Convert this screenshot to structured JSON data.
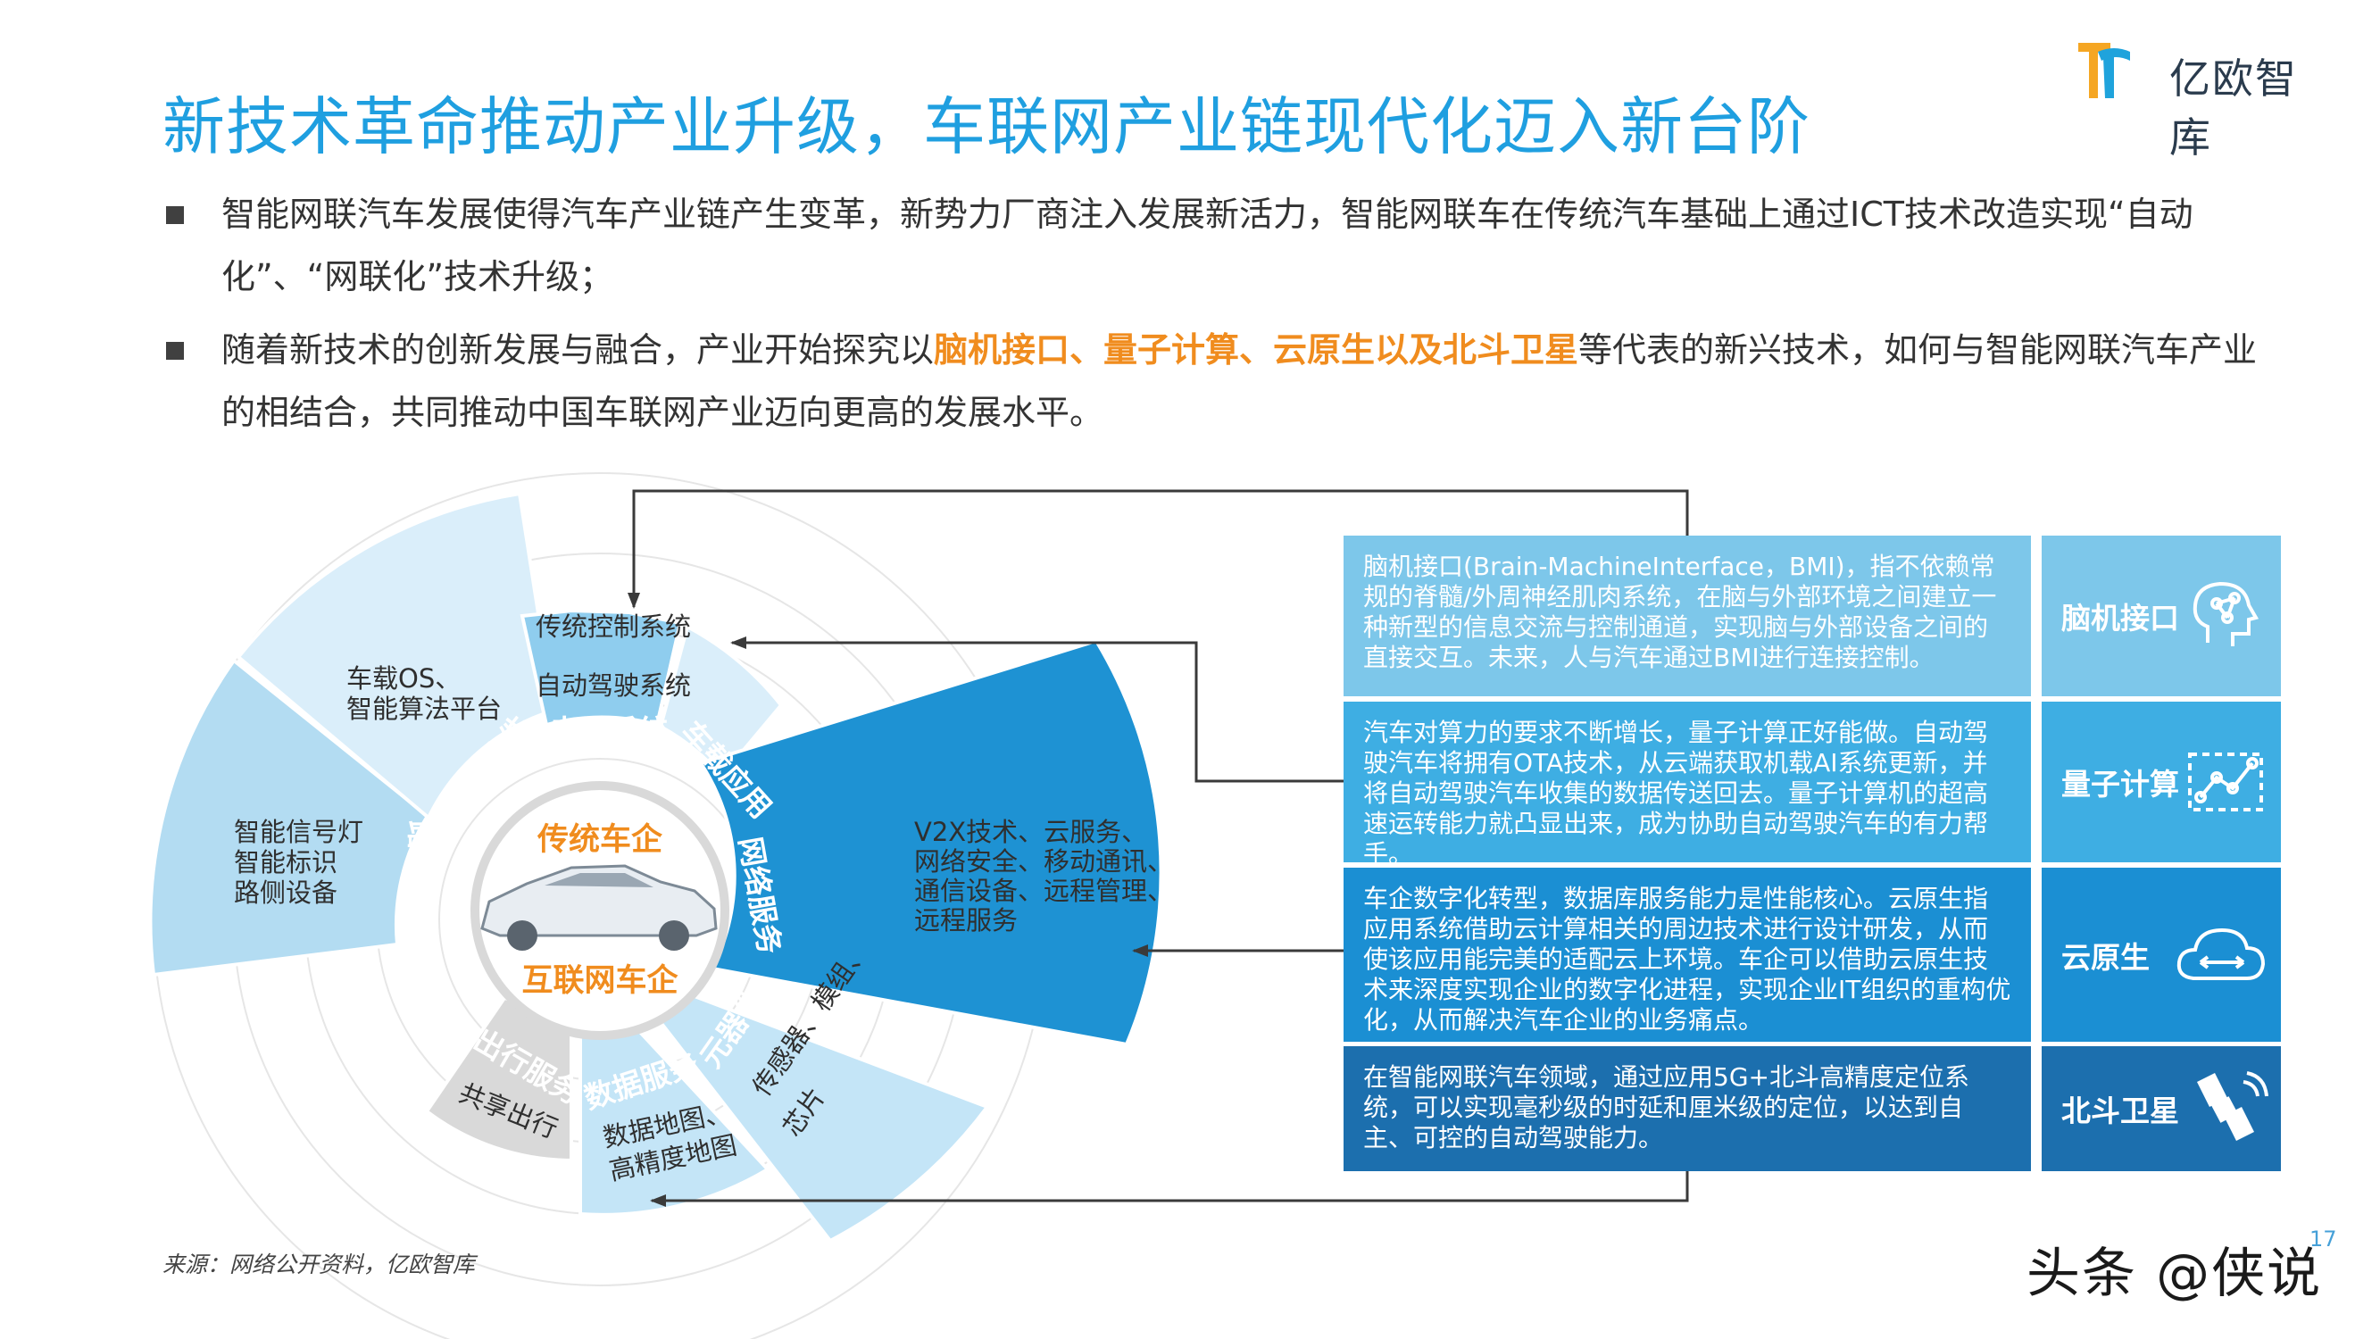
{
  "title": "新技术革命推动产业升级，车联网产业链现代化迈入新台阶",
  "logo": {
    "text": "亿欧智库"
  },
  "bullets": [
    {
      "text_before": "智能网联汽车发展使得汽车产业链产生变革，新势力厂商注入发展新活力，智能网联车在传统汽车基础上通过ICT技术改造实现“自动化”、“网联化”技术升级；",
      "highlight": "",
      "text_after": ""
    },
    {
      "text_before": "随着新技术的创新发展与融合，产业开始探究以",
      "highlight": "脑机接口、量子计算、云原生以及北斗卫星",
      "text_after": "等代表的新兴技术，如何与智能网联汽车产业的相结合，共同推动中国车联网产业迈向更高的发展水平。"
    }
  ],
  "diagram": {
    "core": {
      "top": "传统车企",
      "bottom": "互联网车企"
    },
    "segments": {
      "roadside": {
        "label": "路侧终端",
        "items": [
          "智能信号灯",
          "智能标识",
          "路侧设备"
        ]
      },
      "in_vehicle_software": {
        "label": "车内软件",
        "items": [
          "车载OS、",
          "智能算法平台"
        ]
      },
      "electronic_system": {
        "label": "电子系统",
        "items": [
          "传统控制系统",
          "自动驾驶系统"
        ]
      },
      "vehicle_application": {
        "label": "车载应用"
      },
      "network_service": {
        "label": "网络服务",
        "items": [
          "V2X技术、云服务、",
          "网络安全、移动通讯、",
          "通信设备、远程管理、",
          "远程服务"
        ]
      },
      "components": {
        "label": "元器件",
        "items": [
          "传感器、模组、",
          "芯片"
        ]
      },
      "data_service": {
        "label": "数据服务",
        "items": [
          "数据地图、",
          "高精度地图"
        ]
      },
      "mobility_service": {
        "label": "出行服务",
        "items": [
          "共享出行"
        ]
      }
    }
  },
  "tech_panels": [
    {
      "tag": "脑机接口",
      "icon": "brain-chip-icon",
      "text": "脑机接口(Brain-MachineInterface，BMI)，指不依赖常规的脊髓/外周神经肌肉系统，在脑与外部环境之间建立一种新型的信息交流与控制通道，实现脑与外部设备之间的直接交互。未来，人与汽车通过BMI进行连接控制。"
    },
    {
      "tag": "量子计算",
      "icon": "quantum-chart-icon",
      "text": "汽车对算力的要求不断增长，量子计算正好能做。自动驾驶汽车将拥有OTA技术，从云端获取机载AI系统更新，并将自动驾驶汽车收集的数据传送回去。量子计算机的超高速运转能力就凸显出来，成为协助自动驾驶汽车的有力帮手。"
    },
    {
      "tag": "云原生",
      "icon": "cloud-icon",
      "text": "车企数字化转型，数据库服务能力是性能核心。云原生指应用系统借助云计算相关的周边技术进行设计研发，从而使该应用能完美的适配云上环境。车企可以借助云原生技术来深度实现企业的数字化进程，实现企业IT组织的重构优化，从而解决汽车企业的业务痛点。"
    },
    {
      "tag": "北斗卫星",
      "icon": "satellite-icon",
      "text": "在智能网联汽车领域，通过应用5G+北斗高精度定位系统，可以实现毫秒级的时延和厘米级的定位，以达到自主、可控的自动驾驶能力。"
    }
  ],
  "colors": {
    "title": "#1f9fe0",
    "highlight": "#f08c1e",
    "panel_1": "#7dc7ea",
    "panel_2": "#3eaee3",
    "panel_3": "#1b8fd3",
    "panel_4": "#1c6fae"
  },
  "source": "来源：网络公开资料，亿欧智库",
  "page_number": "17",
  "watermark": "头条 @侠说"
}
